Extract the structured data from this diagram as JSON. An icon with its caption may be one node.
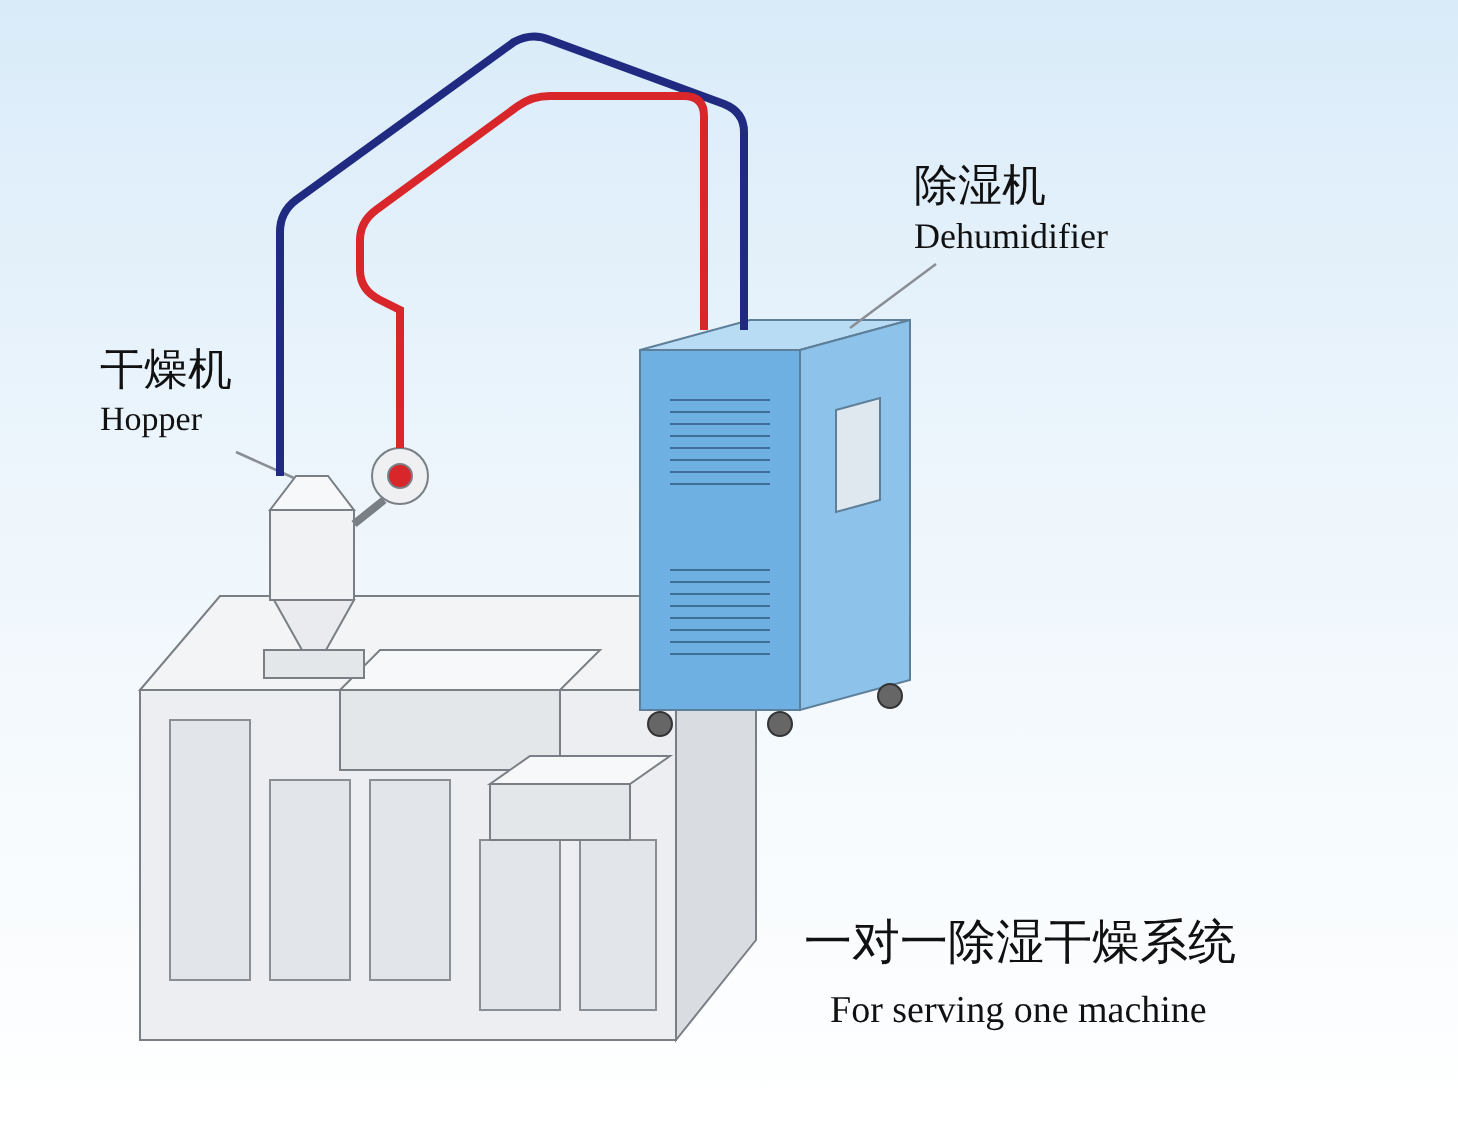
{
  "diagram": {
    "nodes": [
      {
        "text": [
          "干燥机",
          "Hopper"
        ]
      },
      {
        "text": [],
        "shape": "picture"
      },
      {
        "text": [
          "除湿机",
          "Dehumidifier"
        ]
      },
      {
        "text": [],
        "shape": "picture"
      }
    ],
    "edges": [
      {
        "from": 0,
        "to": 1,
        "arrow": "none"
      },
      {
        "from": 2,
        "to": 3,
        "arrow": "none"
      },
      {
        "from": 3,
        "to": 1,
        "arrow": "none",
        "style": "thick",
        "color": "#1f2a80"
      },
      {
        "from": 3,
        "to": 1,
        "arrow": "none",
        "style": "thick",
        "color": "#d8262a"
      }
    ],
    "labels": [
      "一对一除湿干燥系统",
      "For serving one machine"
    ]
  }
}
